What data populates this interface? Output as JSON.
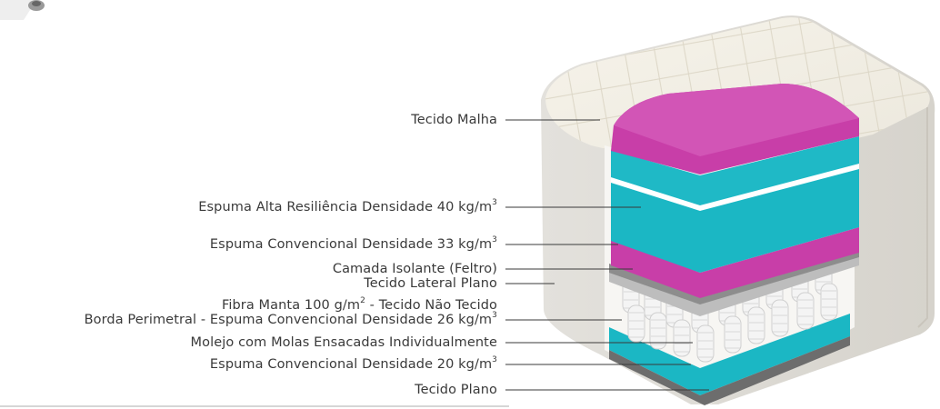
{
  "labels": [
    {
      "id": "tecido-malha",
      "text": "Tecido Malha",
      "sup": "",
      "tail": ""
    },
    {
      "id": "espuma-alta-resiliencia",
      "text": "Espuma Alta Resiliência Densidade 40 kg/m",
      "sup": "3",
      "tail": ""
    },
    {
      "id": "espuma-convencional-33",
      "text": "Espuma Convencional Densidade 33 kg/m",
      "sup": "3",
      "tail": ""
    },
    {
      "id": "camada-isolante",
      "text": "Camada Isolante (Feltro)",
      "sup": "",
      "tail": ""
    },
    {
      "id": "tecido-lateral-plano",
      "text": "Tecido Lateral Plano",
      "sup": "",
      "tail": ""
    },
    {
      "id": "fibra-manta",
      "text": "Fibra Manta 100 g/m",
      "sup": "2",
      "tail": " - Tecido Não Tecido"
    },
    {
      "id": "borda-perimetral",
      "text": "Borda Perimetral - Espuma Convencional Densidade 26 kg/m",
      "sup": "3",
      "tail": ""
    },
    {
      "id": "molejo",
      "text": "Molejo com Molas Ensacadas Individualmente",
      "sup": "",
      "tail": ""
    },
    {
      "id": "espuma-convencional-20",
      "text": "Espuma Convencional Densidade 20 kg/m",
      "sup": "3",
      "tail": ""
    },
    {
      "id": "tecido-plano",
      "text": "Tecido Plano",
      "sup": "",
      "tail": ""
    }
  ],
  "colors": {
    "quilt_top": "#f2efe6",
    "side_fabric": "#e6e4df",
    "magenta": "#c83ea8",
    "teal": "#1bb7c4",
    "gray_layer": "#8d8d8d",
    "spring": "#f4f4f4",
    "leader_line": "#3a3a3a",
    "label_text": "#3a3a3a"
  }
}
